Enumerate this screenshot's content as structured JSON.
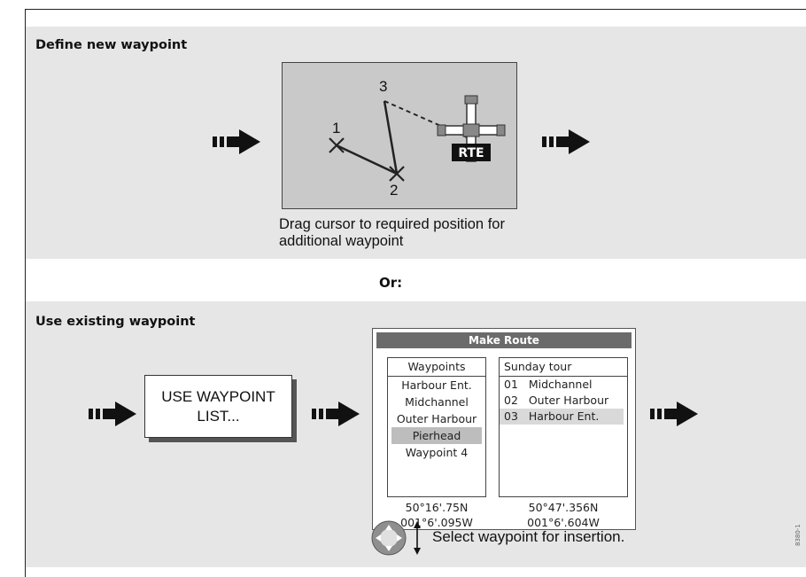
{
  "sections": {
    "define": {
      "title": "Define new waypoint",
      "chart": {
        "point_labels": [
          "1",
          "2",
          "3"
        ],
        "cursor_label": "RTE"
      },
      "caption_line1": "Drag cursor to required position for",
      "caption_line2": "additional waypoint"
    },
    "or_label": "Or:",
    "existing": {
      "title": "Use existing waypoint",
      "use_list_button": "USE WAYPOINT LIST...",
      "make_route": {
        "title": "Make Route",
        "waypoints_header": "Waypoints",
        "waypoints": [
          "Harbour Ent.",
          "Midchannel",
          "Outer Harbour",
          "Pierhead",
          "Waypoint 4"
        ],
        "selected_waypoint": "Pierhead",
        "route_name": "Sunday tour",
        "route_items": [
          "01   Midchannel",
          "02   Outer Harbour",
          "03   Harbour Ent."
        ],
        "left_lat": "50°16'.75N",
        "left_lon": "001°6'.095W",
        "right_lat": "50°47'.356N",
        "right_lon": "001°6'.604W"
      },
      "instruction": "Select waypoint for insertion."
    }
  },
  "icons": {
    "flow_arrow": "flow-arrow-icon",
    "trackpad": "trackpad-icon",
    "updown": "up-down-arrow-icon",
    "cursor": "cursor-crosshair-icon"
  },
  "colors": {
    "panel": "#e6e6e6",
    "chart": "#c9c9c9",
    "header": "#6b6b6b",
    "selection": "#bdbdbd"
  },
  "side_id": "8380-1"
}
